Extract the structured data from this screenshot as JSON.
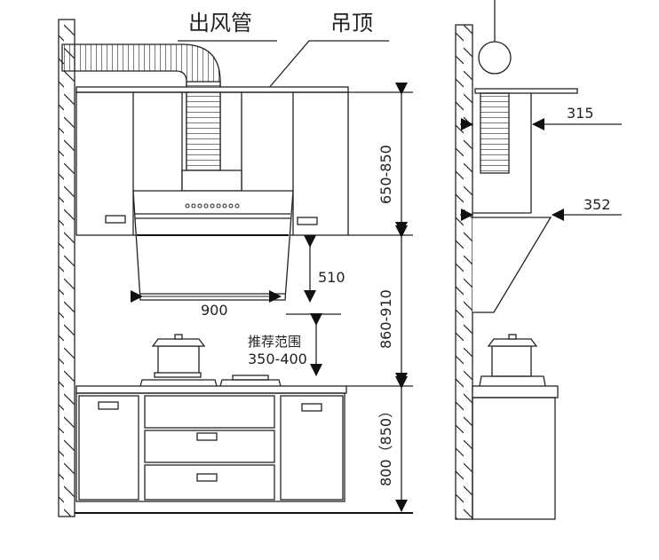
{
  "labels": {
    "duct": "出风管",
    "ceiling": "吊顶",
    "cabinet_to_ceiling": "650-850",
    "hood_to_cabinet": "510",
    "hood_width": "900",
    "recommended_range_title": "推荐范围",
    "recommended_range": "350-400",
    "hood_height_range": "860-910",
    "counter_height": "800（850）",
    "side_depth_top": "315",
    "side_depth_hood": "352"
  },
  "colors": {
    "line": "#222222",
    "background": "#ffffff"
  }
}
